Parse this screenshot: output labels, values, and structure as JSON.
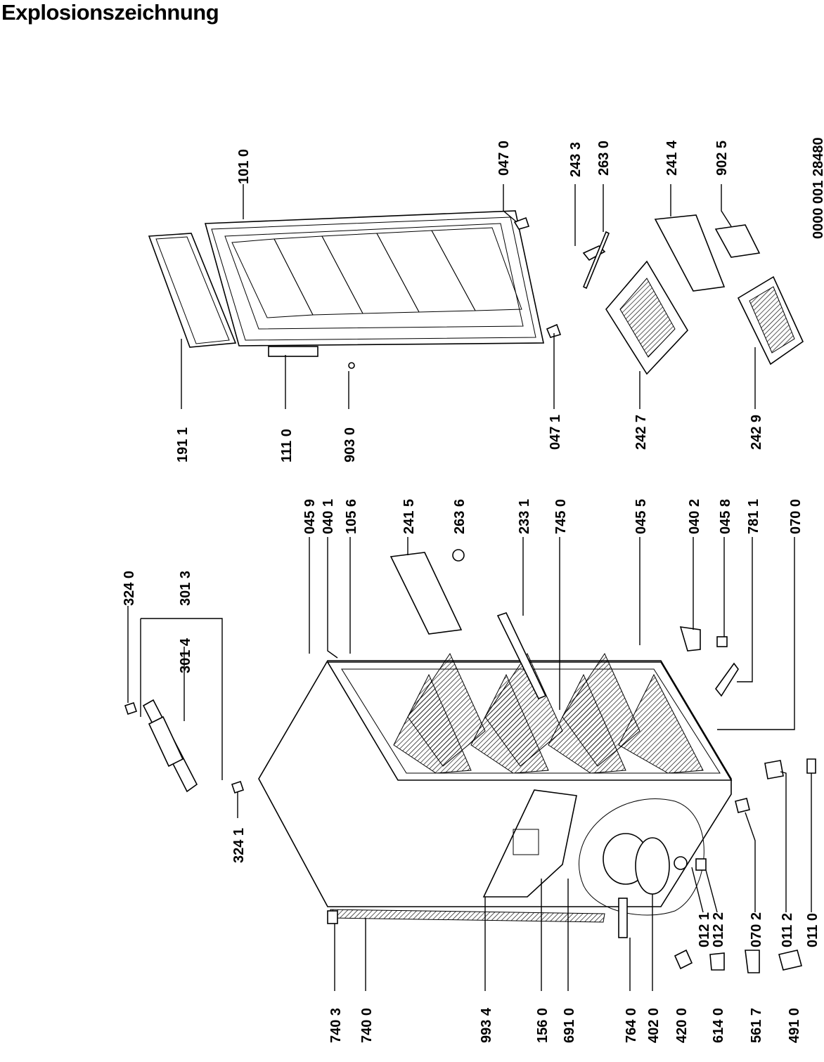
{
  "title": "Explosionszeichnung",
  "doc_number": "0000 001 28480",
  "parts": {
    "p1010": "101 0",
    "p0470": "047 0",
    "p2433": "243 3",
    "p2630": "263 0",
    "p2414": "241 4",
    "p9025": "902 5",
    "p1911": "191 1",
    "p1110": "111 0",
    "p9030": "903 0",
    "p0471": "047 1",
    "p2427": "242 7",
    "p2429": "242 9",
    "p3240": "324 0",
    "p3013": "301 3",
    "p3014": "301 4",
    "p3241": "324 1",
    "p0459": "045 9",
    "p0401": "040 1",
    "p1056": "105 6",
    "p2415": "241 5",
    "p2636": "263 6",
    "p2331": "233 1",
    "p7450": "745 0",
    "p0455": "045 5",
    "p0402": "040 2",
    "p0458": "045 8",
    "p7811": "781 1",
    "p0700": "070 0",
    "p0121": "012 1",
    "p0122": "012 2",
    "p0702": "070 2",
    "p0112": "011 2",
    "p0110": "011 0",
    "p7403": "740 3",
    "p7400": "740 0",
    "p9934": "993 4",
    "p1560": "156 0",
    "p6910": "691 0",
    "p7640": "764 0",
    "p4020": "402 0",
    "p4200": "420 0",
    "p6140": "614 0",
    "p5617": "561 7",
    "p4910": "491 0"
  }
}
